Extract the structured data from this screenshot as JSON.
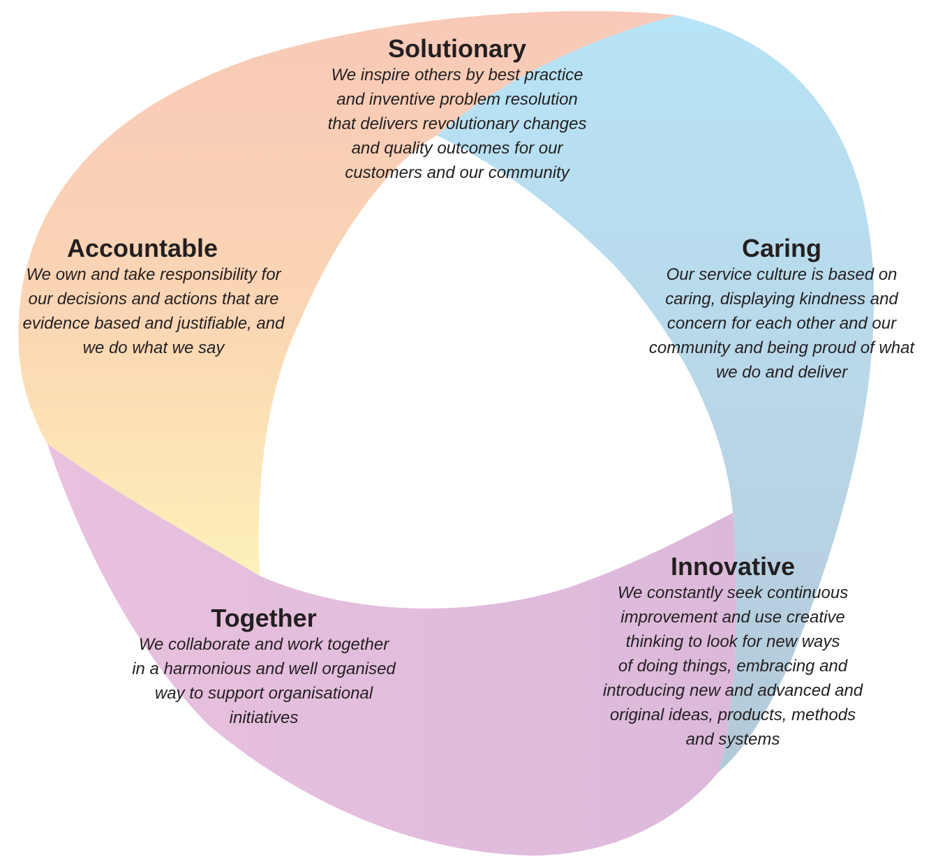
{
  "values": [
    {
      "id": "solutionary",
      "title": "Solutionary",
      "lines": [
        "We inspire others by best practice",
        "and inventive problem resolution",
        "that delivers revolutionary changes",
        "and quality outcomes for our",
        "customers and our community"
      ]
    },
    {
      "id": "accountable",
      "title": "Accountable",
      "lines": [
        "We own and take responsibility for",
        "our decisions and actions that are",
        "evidence based and justifiable, and",
        "we do what we say"
      ]
    },
    {
      "id": "caring",
      "title": "Caring",
      "lines": [
        "Our service culture is based on",
        "caring, displaying kindness and",
        "concern for each other and our",
        "community and being proud of what",
        "we do and deliver"
      ]
    },
    {
      "id": "innovative",
      "title": "Innovative",
      "lines": [
        "We constantly seek continuous",
        "improvement and use creative",
        "thinking to look for new ways",
        "of doing things, embracing and",
        "introducing new and advanced and",
        "original ideas, products, methods",
        "and systems"
      ]
    },
    {
      "id": "together",
      "title": "Together",
      "lines": [
        "We collaborate and work together",
        "in a harmonious and well organised",
        "way to support organisational",
        "initiatives"
      ]
    }
  ],
  "colors": {
    "salmon": "#f8c9b8",
    "yellow": "#fdf1b8",
    "blue_light": "#b7e4f6",
    "blue_dark": "#b3c9d9",
    "pink": "#e9c1de",
    "mauve": "#dcb9db",
    "text": "#231f20"
  }
}
